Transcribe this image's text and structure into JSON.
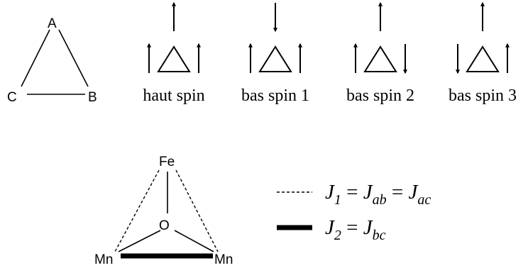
{
  "triangle_abc": {
    "vertex_a": "A",
    "vertex_b": "B",
    "vertex_c": "C"
  },
  "spin_states": [
    {
      "label": "haut spin",
      "top": "up",
      "left": "up",
      "right": "up"
    },
    {
      "label": "bas spin 1",
      "top": "down",
      "left": "up",
      "right": "up"
    },
    {
      "label": "bas spin 2",
      "top": "up",
      "left": "up",
      "right": "down"
    },
    {
      "label": "bas spin 3",
      "top": "up",
      "left": "down",
      "right": "up"
    }
  ],
  "cluster": {
    "top_atom": "Fe",
    "center_atom": "O",
    "left_atom": "Mn",
    "right_atom": "Mn"
  },
  "legend": {
    "j1": {
      "main": "J",
      "sub": "1",
      "eq1": " = ",
      "var1": "J",
      "sub1": "ab",
      "eq2": " = ",
      "var2": "J",
      "sub2": "ac",
      "line_style": "dashed"
    },
    "j2": {
      "main": "J",
      "sub": "2",
      "eq1": " = ",
      "var1": "J",
      "sub1": "bc",
      "line_style": "thick"
    }
  },
  "colors": {
    "ink": "#000000",
    "background": "#ffffff"
  }
}
